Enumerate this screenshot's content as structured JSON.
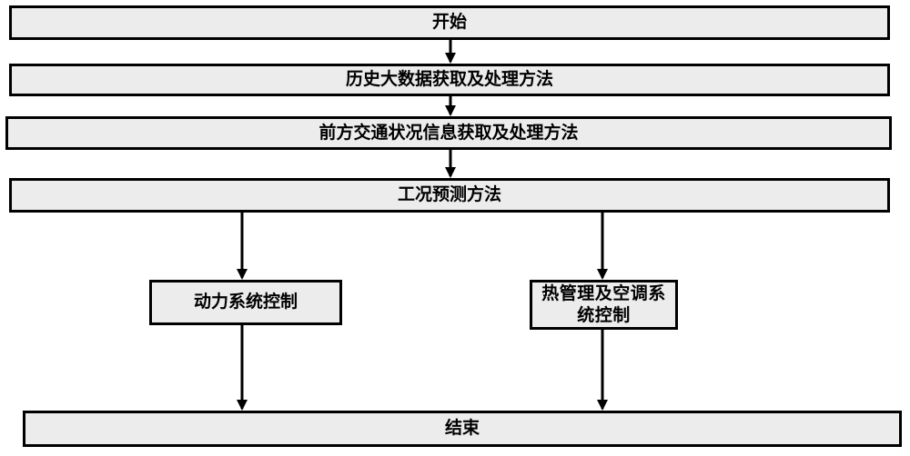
{
  "flowchart": {
    "start": "开始",
    "history": "历史大数据获取及处理方法",
    "traffic": "前方交通状况信息获取及处理方法",
    "prediction": "工况预测方法",
    "power_control": "动力系统控制",
    "thermal_control": "热管理及空调系统控制",
    "end": "结束"
  },
  "colors": {
    "box_fill": "#ececec",
    "border": "#000000"
  }
}
